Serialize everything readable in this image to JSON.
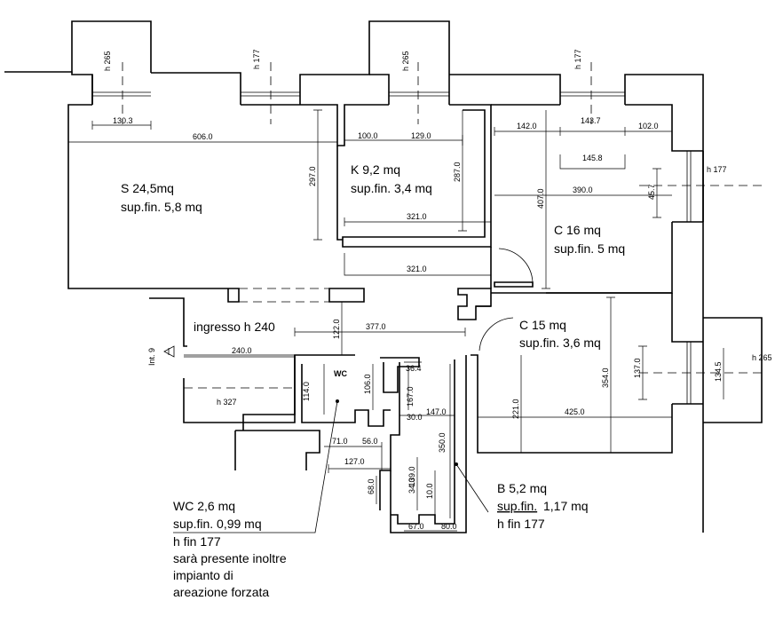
{
  "rooms": {
    "living": {
      "name": "S 24,5mq",
      "window": "sup.fin. 5,8 mq"
    },
    "kitchen": {
      "name": "K  9,2 mq",
      "window": "sup.fin. 3,4 mq"
    },
    "bedroom1": {
      "name": "C 16 mq",
      "window": "sup.fin. 5 mq"
    },
    "bedroom2": {
      "name": "C 15 mq",
      "window": "sup.fin. 3,6 mq"
    },
    "entry": {
      "name": "ingresso h 240"
    },
    "wc_small": {
      "name": "WC"
    },
    "bath": {
      "name": "B 5,2 mq",
      "window_prefix": "sup.fin.",
      "window_value": " 1,17 mq",
      "height": "h fin 177"
    },
    "wc_note": {
      "line1": "WC 2,6 mq",
      "line2": "sup.fin. 0,99 mq",
      "line3": "h fin 177",
      "line4": "sarà presente inoltre",
      "line5": "impianto di",
      "line6": "areazione forzata"
    }
  },
  "heights": {
    "top1": "h 265",
    "top2": "h 177",
    "top3": "h 265",
    "top4": "h 177",
    "right1": "h 177",
    "right2": "h 265",
    "corridor": "h 327",
    "entrance_marker": "Int. 9"
  },
  "dimensions": {
    "d130": "130.3",
    "d606": "606.0",
    "d100": "100.0",
    "d129": "129.0",
    "d142": "142.0",
    "d1437": "143.7",
    "d102": "102.0",
    "d1458": "145.8",
    "d2970": "297.0",
    "d2870": "287.0",
    "d4070": "407.0",
    "d390": "390.0",
    "d457": "45.7",
    "d321a": "321.0",
    "d321b": "321.0",
    "d377": "377.0",
    "d122": "122.0",
    "d240": "240.0",
    "d114": "114.0",
    "d106": "106.0",
    "d364": "36.4",
    "d167": "167.0",
    "d30": "30.0",
    "d147": "147.0",
    "d221": "221.0",
    "d354": "354.0",
    "d425": "425.0",
    "d137": "137.0",
    "d1345": "134.5",
    "d350": "350.0",
    "d71": "71.0",
    "d56": "56.0",
    "d127": "127.0",
    "d139": "139.0",
    "d34": "34.0",
    "d10": "10.0",
    "d68": "68.0",
    "d67": "67.0",
    "d80": "80.0"
  }
}
